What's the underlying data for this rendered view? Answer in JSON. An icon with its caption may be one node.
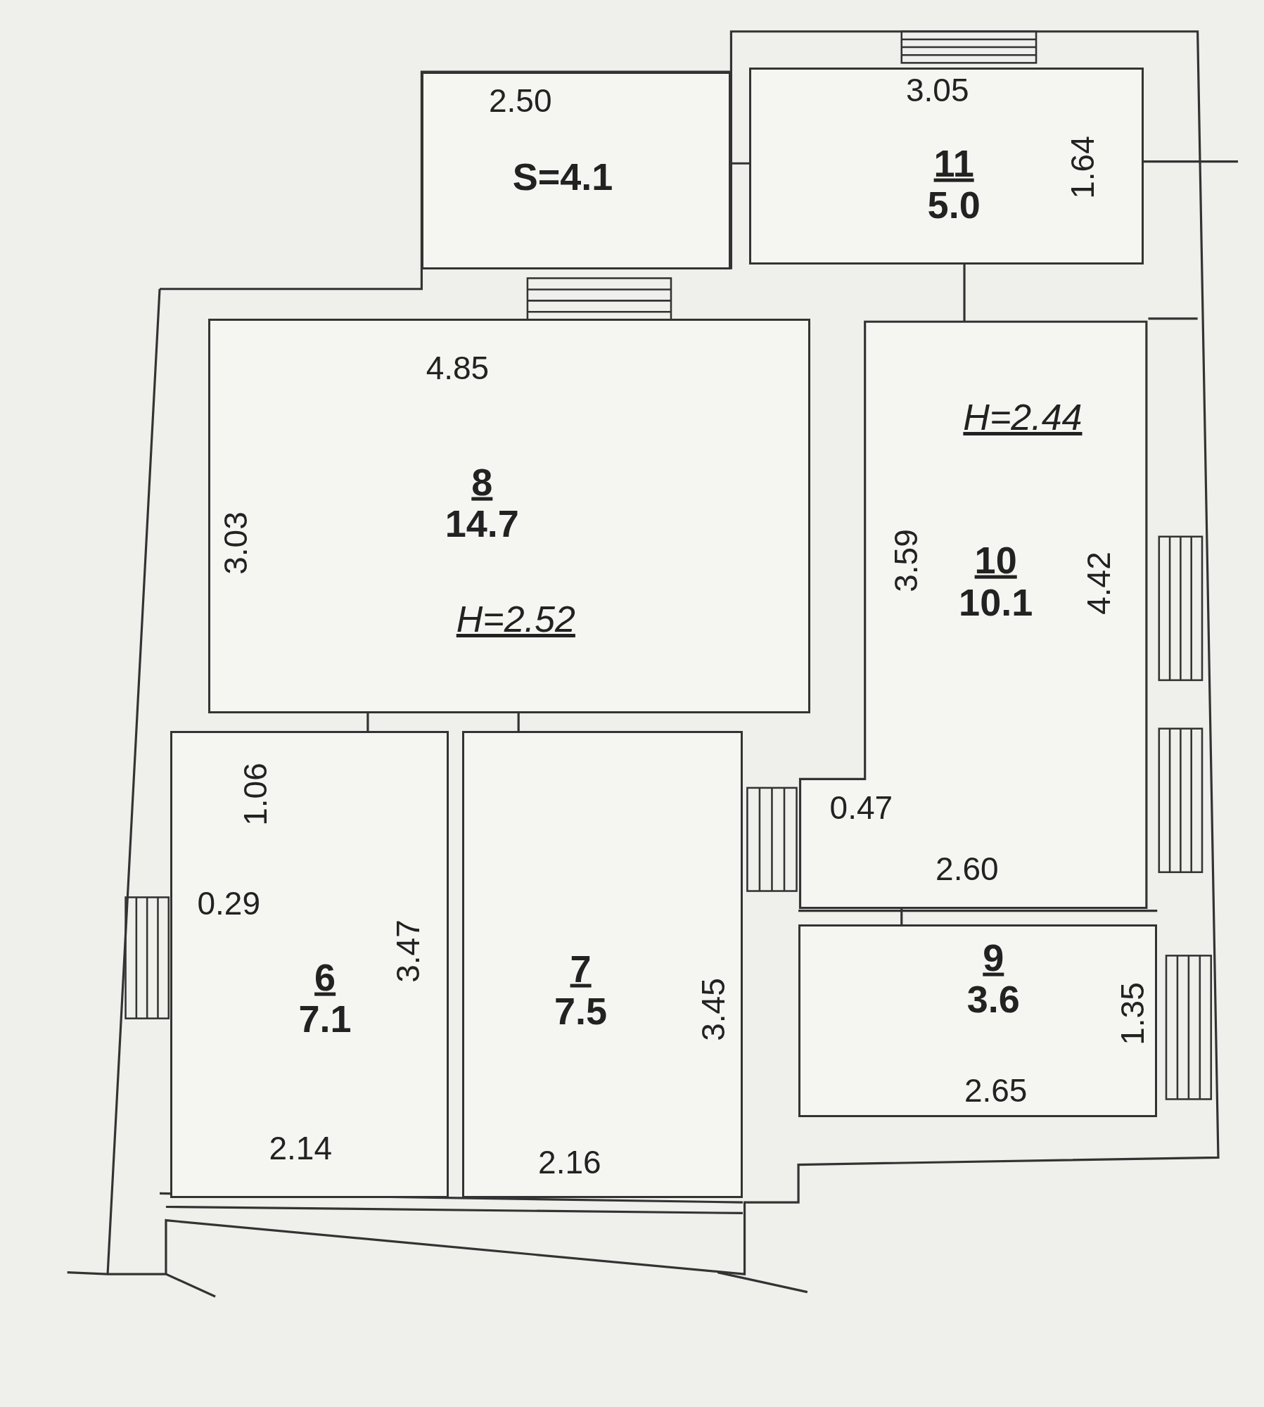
{
  "diagram": {
    "nodes": [
      {
        "text": [
          "S=4.1"
        ]
      },
      {
        "text": [
          "11",
          "5.0"
        ]
      },
      {
        "text": [
          "8",
          "14.7"
        ]
      },
      {
        "text": [
          "10",
          "10.1"
        ]
      },
      {
        "text": [
          "6",
          "7.1"
        ]
      },
      {
        "text": [
          "7",
          "7.5"
        ]
      },
      {
        "text": [
          "9",
          "3.6"
        ]
      }
    ],
    "edges": [],
    "labels": [
      "2.50",
      "3.05",
      "1.64",
      "4.85",
      "H=2.44",
      "3.03",
      "H=2.52",
      "3.59",
      "4.42",
      "1.06",
      "0.47",
      "2.60",
      "0.29",
      "3.47",
      "3.45",
      "1.35",
      "2.65",
      "2.14",
      "2.16"
    ]
  }
}
